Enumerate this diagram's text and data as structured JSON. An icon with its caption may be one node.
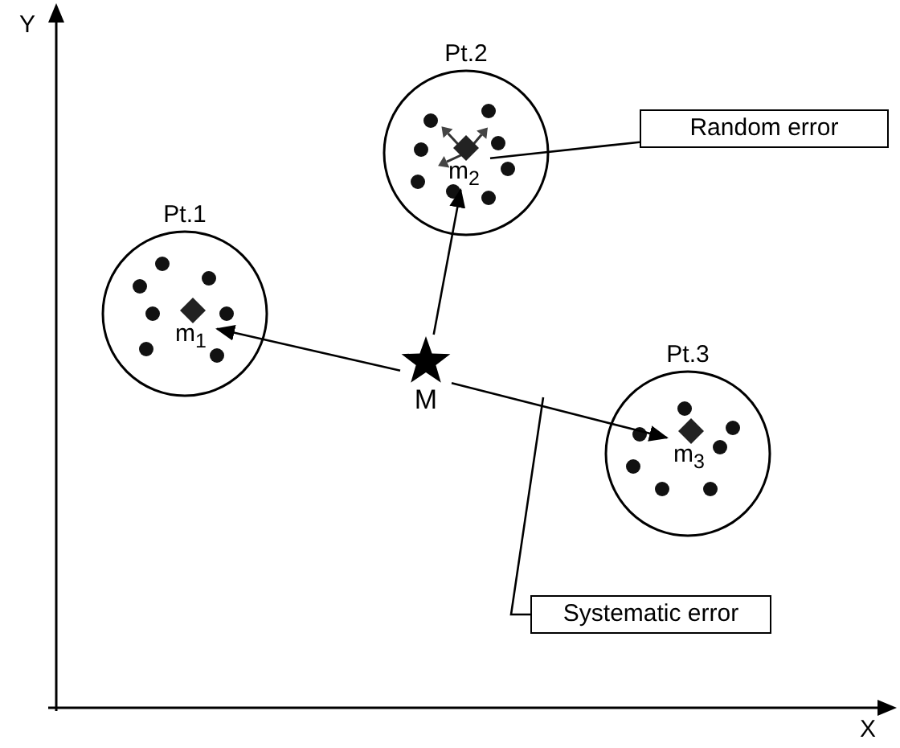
{
  "diagram": {
    "nodes": [
      {
        "text": [
          "Pt.1"
        ]
      },
      {
        "text": [
          "m$_{1}$"
        ],
        "in": 0
      },
      {
        "text": [
          "Pt.2"
        ]
      },
      {
        "text": [
          "m$_{2}$"
        ],
        "in": 2
      },
      {
        "text": [
          "Pt.3"
        ]
      },
      {
        "text": [
          "m$_{3}$"
        ],
        "in": 4
      },
      {
        "text": [
          "M"
        ]
      },
      {
        "text": [
          "Random error"
        ]
      },
      {
        "text": [
          "Systematic error"
        ]
      }
    ],
    "edges": [
      {
        "from": 6,
        "to": 1,
        "arrow": "to"
      },
      {
        "from": 6,
        "to": 3,
        "arrow": "to"
      },
      {
        "from": 6,
        "to": 5,
        "arrow": "to"
      },
      {
        "from": 7,
        "to": 3,
        "arrow": "none"
      },
      {
        "from": 8,
        "to": null,
        "arrow": "none"
      }
    ],
    "labels": [
      "Y",
      "X"
    ]
  }
}
